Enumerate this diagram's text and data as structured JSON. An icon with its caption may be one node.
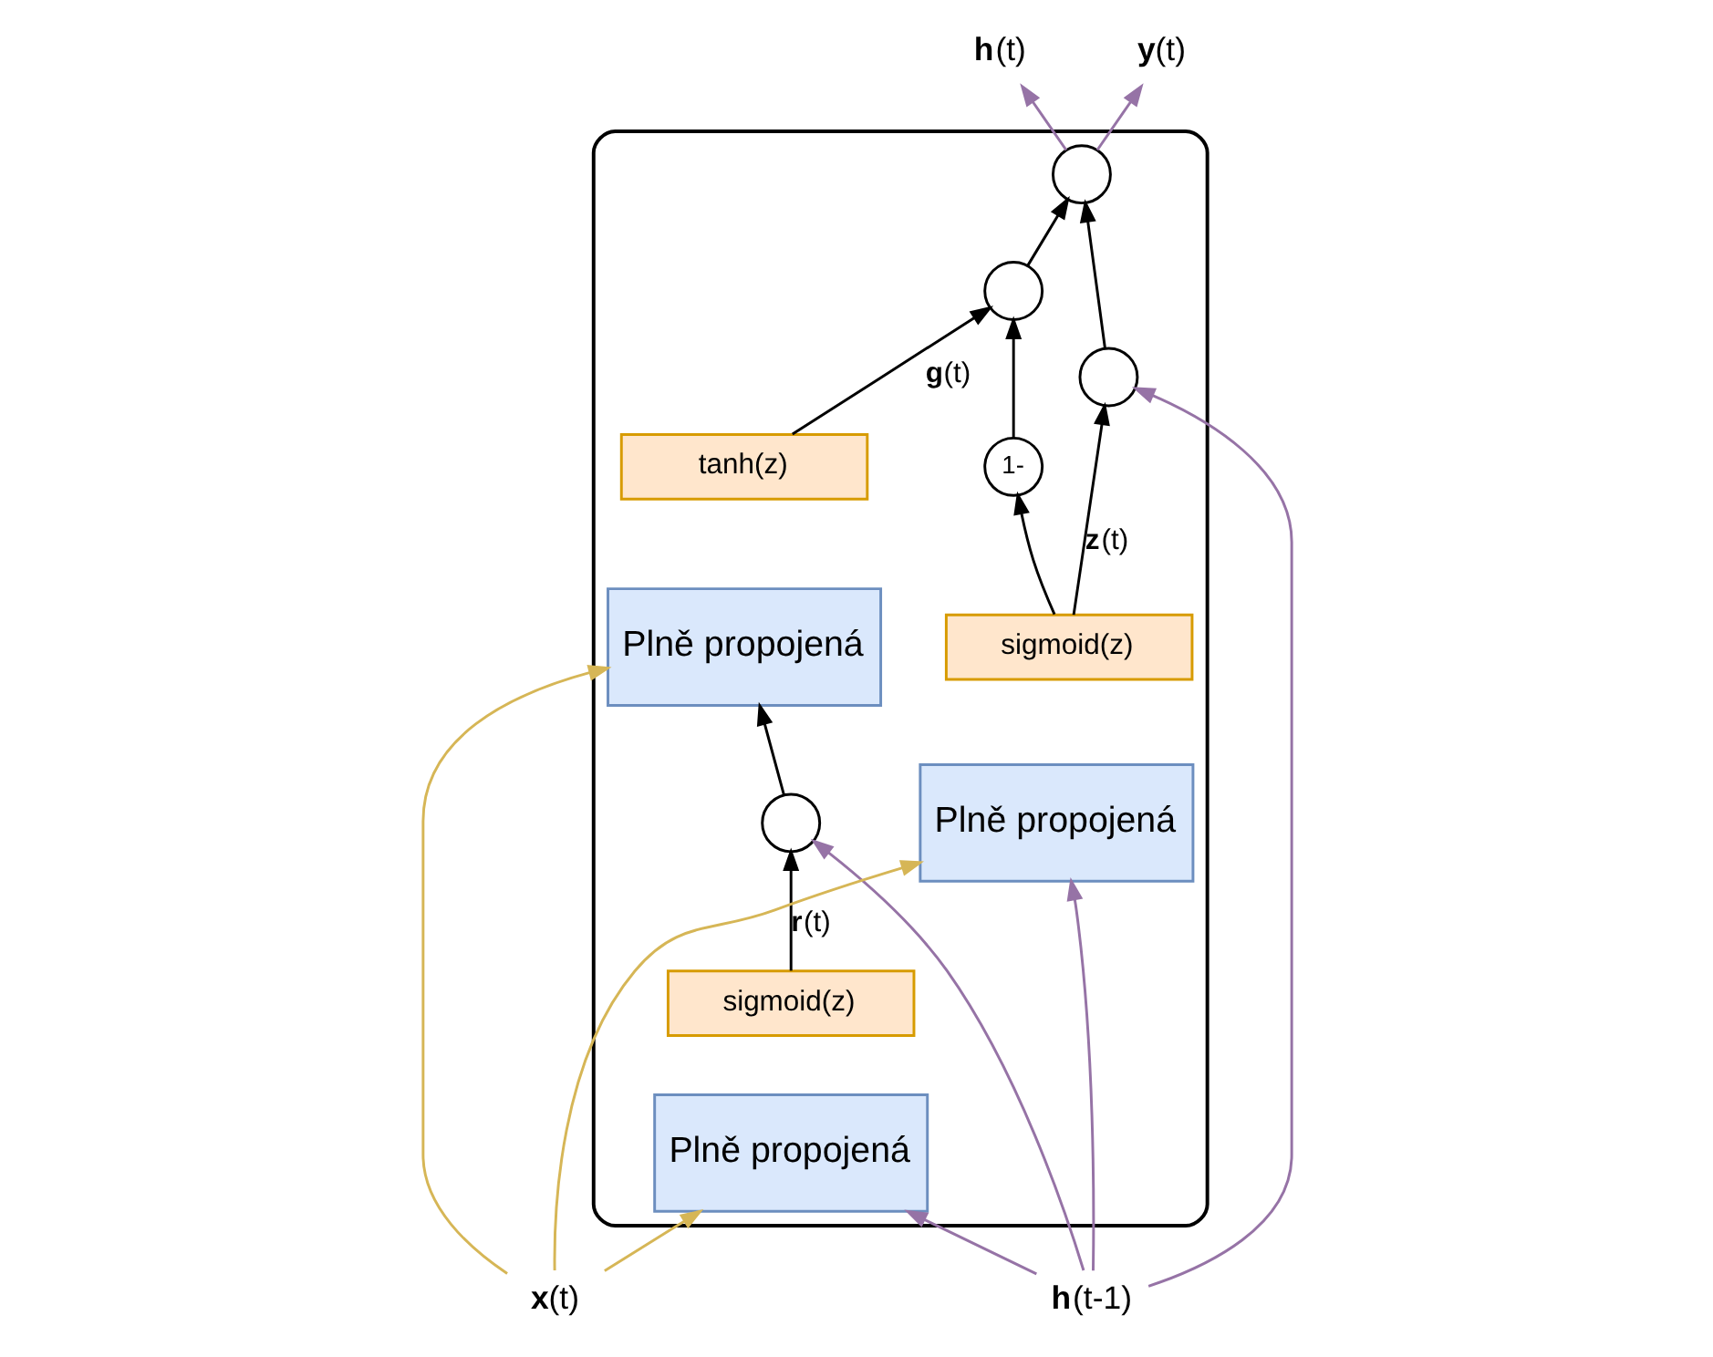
{
  "diagram": {
    "nodes": [
      {
        "text": [],
        "shape": "box"
      },
      {
        "text": [
          "**h**(t-1)"
        ]
      },
      {
        "text": [],
        "shape": "circle",
        "in": 0
      },
      {
        "text": [],
        "shape": "circle",
        "in": 0
      },
      {
        "text": [],
        "shape": "circle",
        "in": 0
      },
      {
        "text": [
          "1-"
        ],
        "in": 0
      },
      {
        "text": [
          "tanh(z)"
        ],
        "in": 0
      },
      {
        "text": [
          "Plně propojená"
        ],
        "in": 0
      },
      {
        "text": [],
        "shape": "circle",
        "in": 0
      },
      {
        "text": [
          "sigmoid(z)"
        ],
        "in": 0
      },
      {
        "text": [
          "Plně propojená"
        ],
        "in": 0
      },
      {
        "text": [
          "sigmoid(z)"
        ],
        "in": 0
      },
      {
        "text": [
          "Plně propojená"
        ],
        "in": 0
      },
      {
        "text": [
          "**x**(t)"
        ]
      },
      {
        "text": [
          "**h**(t)"
        ]
      },
      {
        "text": [
          "**y**(t)"
        ]
      }
    ],
    "edges": [
      {
        "from": 1,
        "to": 2,
        "arrow": "to",
        "color": "#9673a6"
      },
      {
        "from": 2,
        "to": 3,
        "arrow": "to"
      },
      {
        "from": 3,
        "to": 14,
        "arrow": "to",
        "color": "#9673a6"
      },
      {
        "from": 3,
        "to": 15,
        "arrow": "to",
        "color": "#9673a6"
      },
      {
        "from": 4,
        "to": 3,
        "arrow": "to"
      },
      {
        "from": 1,
        "to": 8,
        "arrow": "to",
        "color": "#9673a6"
      },
      {
        "from": 1,
        "to": 10,
        "arrow": "to",
        "color": "#9673a6"
      },
      {
        "from": 1,
        "to": 12,
        "arrow": "to",
        "color": "#9673a6"
      },
      {
        "from": 8,
        "to": 7,
        "arrow": "to"
      },
      {
        "from": 9,
        "to": 8,
        "arrow": "to",
        "label": "**r**(t)"
      },
      {
        "from": 6,
        "to": 4,
        "arrow": "to",
        "label": "**g**(t)"
      },
      {
        "from": 11,
        "to": 2,
        "arrow": "to",
        "label": "**z**(t)"
      },
      {
        "from": 11,
        "to": 5,
        "arrow": "to"
      },
      {
        "from": 5,
        "to": 4,
        "arrow": "to"
      },
      {
        "from": 13,
        "to": 7,
        "arrow": "to",
        "color": "#d6b656"
      },
      {
        "from": 13,
        "to": 10,
        "arrow": "to",
        "color": "#d6b656"
      },
      {
        "from": 13,
        "to": 12,
        "arrow": "to",
        "color": "#d6b656"
      }
    ]
  }
}
